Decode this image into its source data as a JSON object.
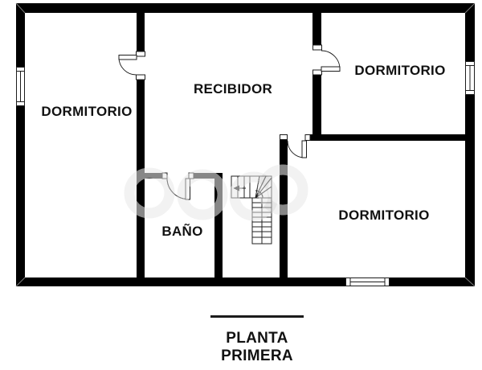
{
  "plan": {
    "rooms": [
      {
        "id": "dormitorio-left",
        "label": "DORMITORIO"
      },
      {
        "id": "recibidor",
        "label": "RECIBIDOR"
      },
      {
        "id": "dormitorio-top-right",
        "label": "DORMITORIO"
      },
      {
        "id": "dormitorio-bottom-right",
        "label": "DORMITORIO"
      },
      {
        "id": "bano",
        "label": "BAÑO"
      }
    ],
    "features": [
      "stairs",
      "doors",
      "windows"
    ]
  },
  "caption": {
    "line1": "PLANTA",
    "line2": "PRIMERA"
  },
  "colors": {
    "wall": "#000000",
    "background": "#ffffff",
    "stairs_line": "#222222",
    "watermark": "#8f8f8f",
    "label_text": "#111111"
  }
}
